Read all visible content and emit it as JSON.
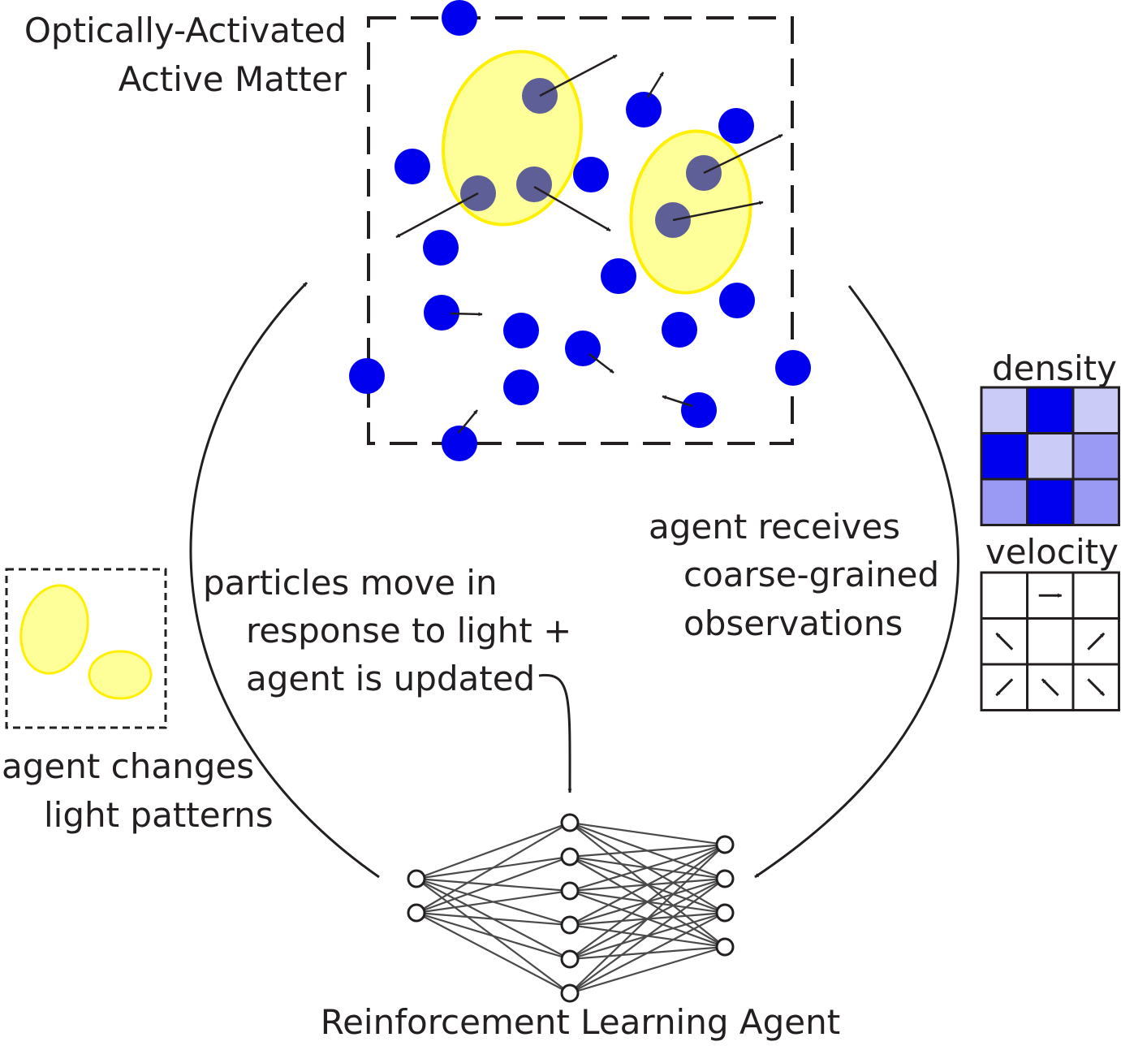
{
  "title": {
    "line1": "Optically-Activated",
    "line2": "Active Matter"
  },
  "observation_label": {
    "line1": "agent receives",
    "line2": "coarse-grained",
    "line3": "observations"
  },
  "update_label": {
    "line1": "particles move in",
    "line2": "response to light +",
    "line3": "agent is updated"
  },
  "action_label": {
    "line1": "agent changes",
    "line2": "light patterns"
  },
  "agent_label": "Reinforcement Learning Agent",
  "density": {
    "title": "density",
    "levels": [
      [
        0.2,
        1.0,
        0.2
      ],
      [
        1.0,
        0.2,
        0.4
      ],
      [
        0.4,
        1.0,
        0.4
      ]
    ]
  },
  "velocity": {
    "title": "velocity",
    "arrows": [
      [
        null,
        0,
        null
      ],
      [
        225,
        null,
        315
      ],
      [
        135,
        225,
        45
      ]
    ]
  },
  "network": {
    "layers": [
      2,
      6,
      4
    ]
  },
  "colors": {
    "particle": "#0000ee",
    "activated_particle": "#5e5f97",
    "light_fill": "#ffff99",
    "light_stroke": "#ffef00",
    "ink": "#231f20",
    "density_high": "#0000ee",
    "density_mid": "#9a9af5",
    "density_low": "#cacbf7"
  }
}
